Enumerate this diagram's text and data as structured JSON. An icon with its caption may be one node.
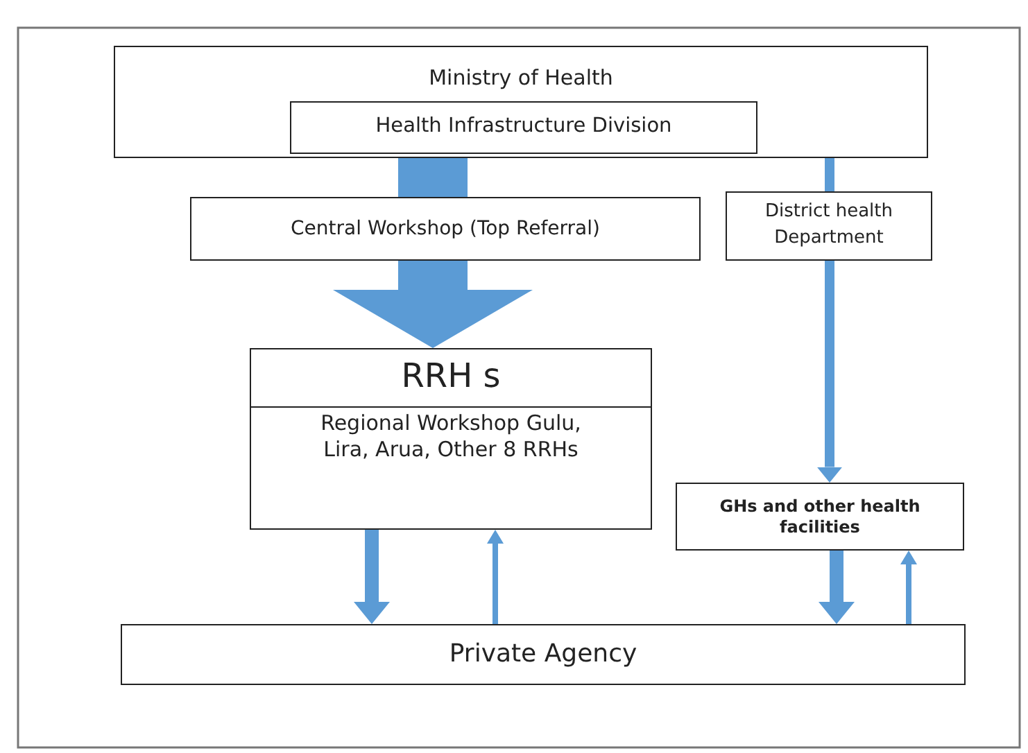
{
  "diagram": {
    "nodes": [
      {
        "text": [
          "Ministry of Health"
        ]
      },
      {
        "text": [
          "Health Infrastructure Division"
        ],
        "in": 0
      },
      {
        "text": [
          "Central Workshop (Top Referral)"
        ]
      },
      {
        "text": [
          "District health Department"
        ]
      },
      {
        "text": [
          "RRH s",
          "Regional Workshop Gulu, Lira, Arua, Other 8 RRHs"
        ]
      },
      {
        "text": [
          "GHs and other health facilities"
        ]
      },
      {
        "text": [
          "Private Agency"
        ]
      }
    ],
    "edges": [
      {
        "from": 1,
        "to": 2,
        "arrow": "none",
        "style": "thick"
      },
      {
        "from": 2,
        "to": 4,
        "arrow": "to",
        "style": "thick"
      },
      {
        "from": 0,
        "to": 3,
        "arrow": "none"
      },
      {
        "from": 3,
        "to": 5,
        "arrow": "to"
      },
      {
        "from": 4,
        "to": 6,
        "arrow": "to"
      },
      {
        "from": 6,
        "to": 4,
        "arrow": "to"
      },
      {
        "from": 5,
        "to": 6,
        "arrow": "to"
      },
      {
        "from": 6,
        "to": 5,
        "arrow": "to"
      }
    ]
  }
}
